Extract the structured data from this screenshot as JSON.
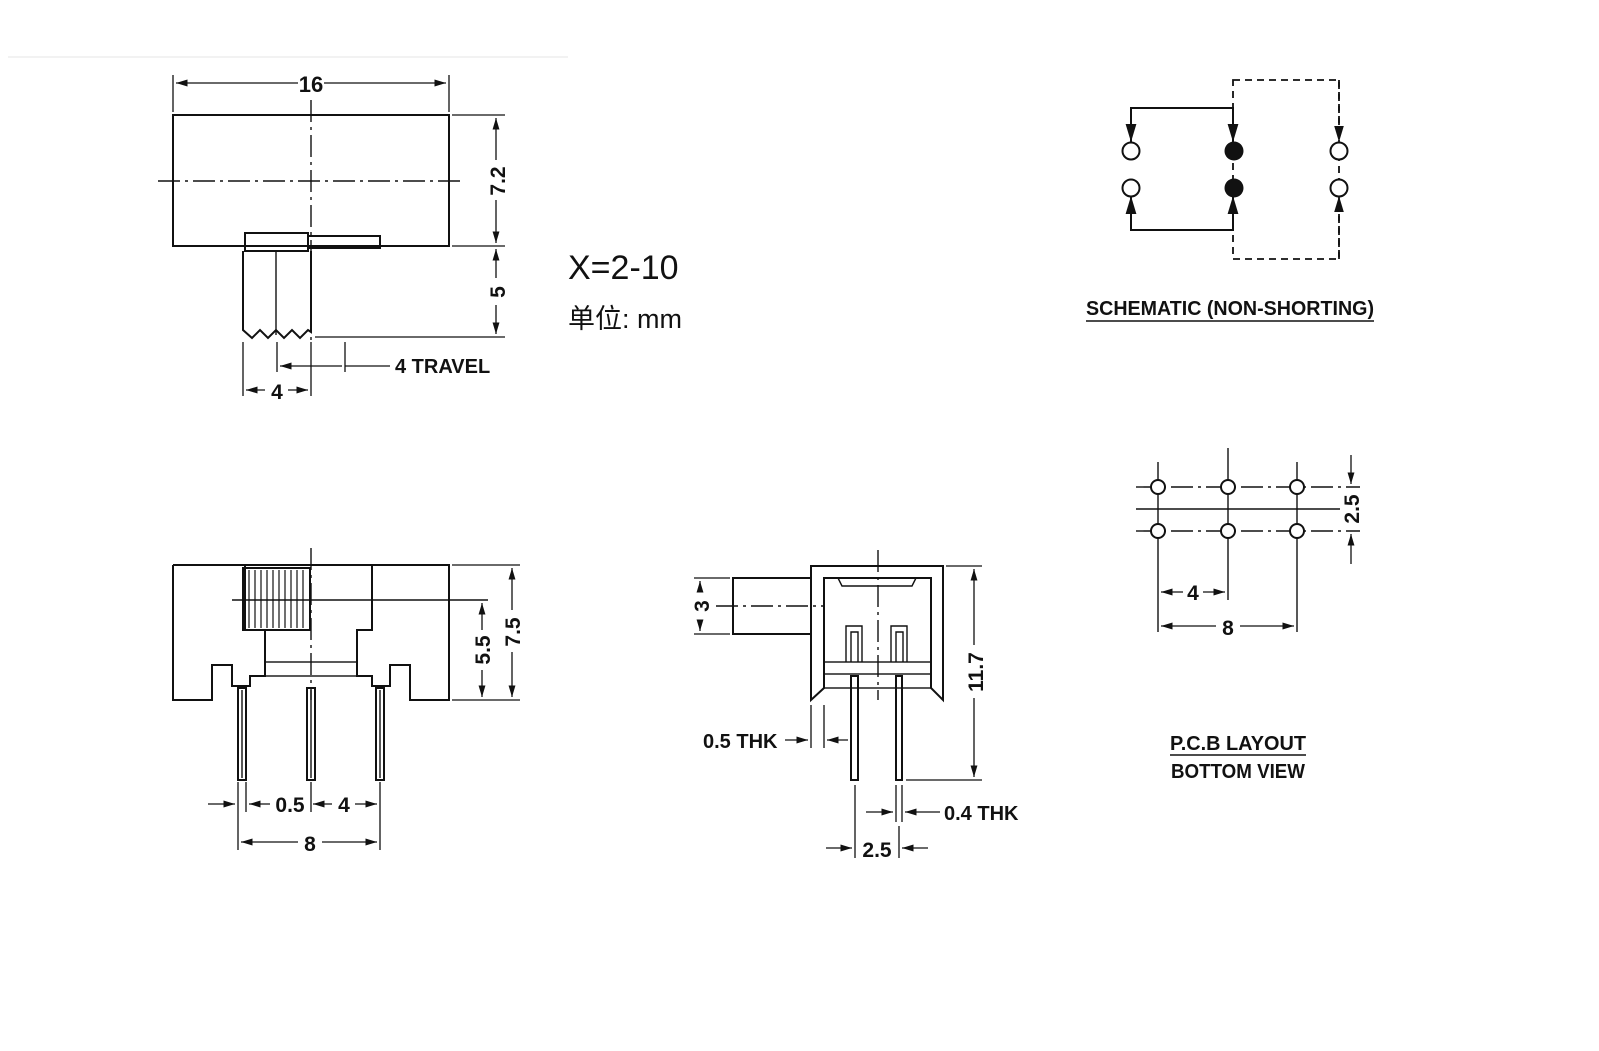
{
  "top_view": {
    "dim_width": "16",
    "dim_height": "7.2",
    "dim_actuator": "5",
    "dim_actuator_width": "4",
    "travel_label": "4 TRAVEL"
  },
  "notes": {
    "x_range": "X=2-10",
    "unit": "单位: mm"
  },
  "schematic": {
    "title": "SCHEMATIC (NON-SHORTING)"
  },
  "front_view": {
    "dim_5_5": "5.5",
    "dim_7_5": "7.5",
    "dim_0_5": "0.5",
    "dim_4": "4",
    "dim_8": "8"
  },
  "side_view": {
    "dim_3": "3",
    "dim_11_7": "11.7",
    "label_05thk": "0.5 THK",
    "label_04thk": "0.4 THK",
    "dim_2_5": "2.5"
  },
  "pcb_layout": {
    "dim_2_5": "2.5",
    "dim_4": "4",
    "dim_8": "8",
    "title_line1": "P.C.B LAYOUT",
    "title_line2": "BOTTOM VIEW"
  }
}
